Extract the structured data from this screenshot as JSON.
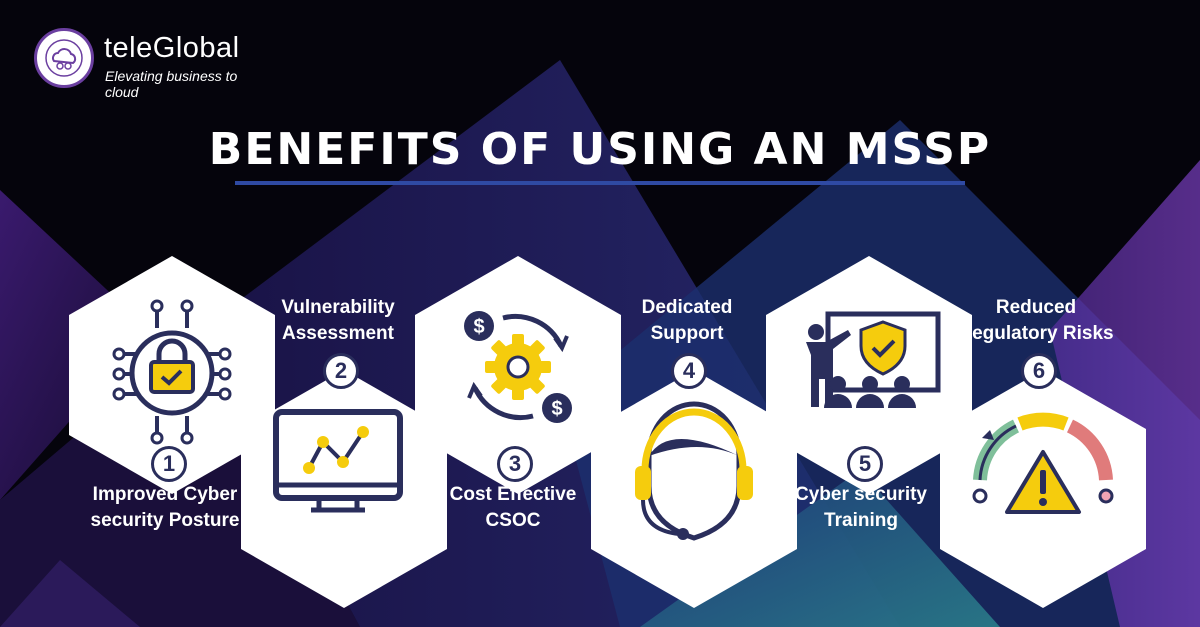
{
  "brand": {
    "name": "teleGlobal",
    "tagline": "Elevating business to cloud"
  },
  "title": "BENEFITS OF USING AN MSSP",
  "benefits": [
    {
      "number": "1",
      "line1": "Improved Cyber",
      "line2": "security Posture",
      "icon": "padlock-circuit-icon"
    },
    {
      "number": "2",
      "line1": "Vulnerability",
      "line2": "Assessment",
      "icon": "monitor-chart-icon"
    },
    {
      "number": "3",
      "line1": "Cost Effective",
      "line2": "CSOC",
      "icon": "gear-dollar-cycle-icon"
    },
    {
      "number": "4",
      "line1": "Dedicated",
      "line2": "Support",
      "icon": "headset-agent-icon"
    },
    {
      "number": "5",
      "line1": "Cyber security",
      "line2": "Training",
      "icon": "training-presentation-icon"
    },
    {
      "number": "6",
      "line1": "Reduced",
      "line2": "Regulatory Risks",
      "icon": "risk-gauge-warning-icon"
    }
  ],
  "colors": {
    "background": "#05040c",
    "accent_yellow": "#f5cc0d",
    "navy": "#2a2e5c",
    "underline": "#2f4aa3"
  }
}
